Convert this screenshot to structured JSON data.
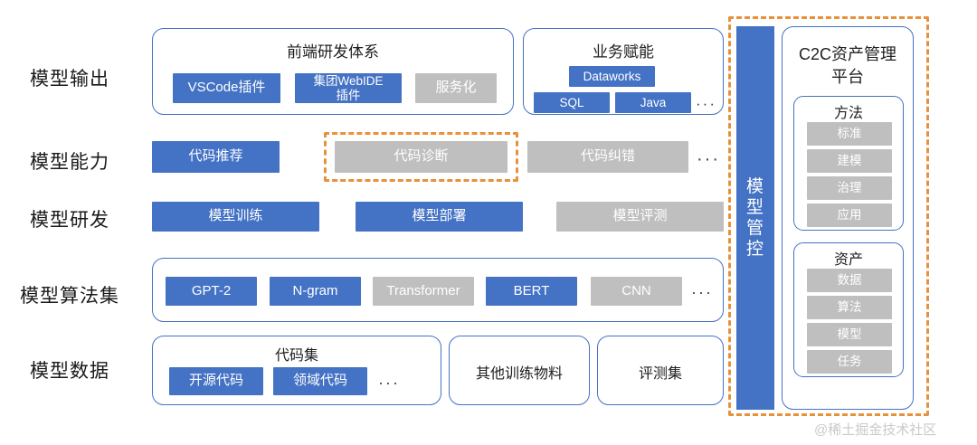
{
  "diagram": {
    "title": "模型输出 / 模型能力 / 模型研发 / 模型算法集 / 模型数据 架构图",
    "colors": {
      "blue": "#4472C4",
      "gray": "#BFBFBF",
      "orange_dashed": "#E8913A",
      "border_blue": "#4472C4",
      "background": "#FFFFFF"
    },
    "ellipsis": "···"
  },
  "rows": [
    {
      "label": "模型输出"
    },
    {
      "label": "模型能力"
    },
    {
      "label": "模型研发"
    },
    {
      "label": "模型算法集"
    },
    {
      "label": "模型数据"
    }
  ],
  "model_output": {
    "frontend_group": {
      "title": "前端研发体系",
      "chips": [
        {
          "label": "VSCode插件",
          "style": "blue"
        },
        {
          "label": "集团WebIDE\n插件",
          "style": "blue"
        },
        {
          "label": "服务化",
          "style": "gray"
        }
      ]
    },
    "business_group": {
      "title": "业务赋能",
      "top_chips": [
        {
          "label": "Dataworks",
          "style": "blue"
        }
      ],
      "bottom_chips": [
        {
          "label": "SQL",
          "style": "blue"
        },
        {
          "label": "Java",
          "style": "blue"
        }
      ],
      "more": "···"
    }
  },
  "model_capability": {
    "chips": [
      {
        "label": "代码推荐",
        "style": "blue",
        "highlighted": false
      },
      {
        "label": "代码诊断",
        "style": "gray",
        "highlighted": true
      },
      {
        "label": "代码纠错",
        "style": "gray",
        "highlighted": false
      }
    ],
    "more": "···"
  },
  "model_rnd": {
    "chips": [
      {
        "label": "模型训练",
        "style": "blue"
      },
      {
        "label": "模型部署",
        "style": "blue"
      },
      {
        "label": "模型评测",
        "style": "gray"
      }
    ]
  },
  "model_algorithms": {
    "chips": [
      {
        "label": "GPT-2",
        "style": "blue"
      },
      {
        "label": "N-gram",
        "style": "blue"
      },
      {
        "label": "Transformer",
        "style": "gray"
      },
      {
        "label": "BERT",
        "style": "blue"
      },
      {
        "label": "CNN",
        "style": "gray"
      }
    ],
    "more": "···"
  },
  "model_data": {
    "code_set": {
      "title": "代码集",
      "chips": [
        {
          "label": "开源代码",
          "style": "blue"
        },
        {
          "label": "领域代码",
          "style": "blue"
        }
      ],
      "more": "···"
    },
    "other_materials": {
      "title": "其他训练物料"
    },
    "eval_set": {
      "title": "评测集"
    }
  },
  "control_bar": {
    "chars": [
      "模",
      "型",
      "管",
      "控"
    ],
    "label": "模型管控"
  },
  "c2c_panel": {
    "title": "C2C资产管理\n平台",
    "title_line1": "C2C资产管理",
    "title_line2": "平台",
    "method_group": {
      "title": "方法",
      "chips": [
        {
          "label": "标准",
          "style": "gray"
        },
        {
          "label": "建模",
          "style": "gray"
        },
        {
          "label": "治理",
          "style": "gray"
        },
        {
          "label": "应用",
          "style": "gray"
        }
      ]
    },
    "asset_group": {
      "title": "资产",
      "chips": [
        {
          "label": "数据",
          "style": "gray"
        },
        {
          "label": "算法",
          "style": "gray"
        },
        {
          "label": "模型",
          "style": "gray"
        },
        {
          "label": "任务",
          "style": "gray"
        }
      ]
    }
  },
  "watermark": {
    "text": "@稀土掘金技术社区"
  }
}
